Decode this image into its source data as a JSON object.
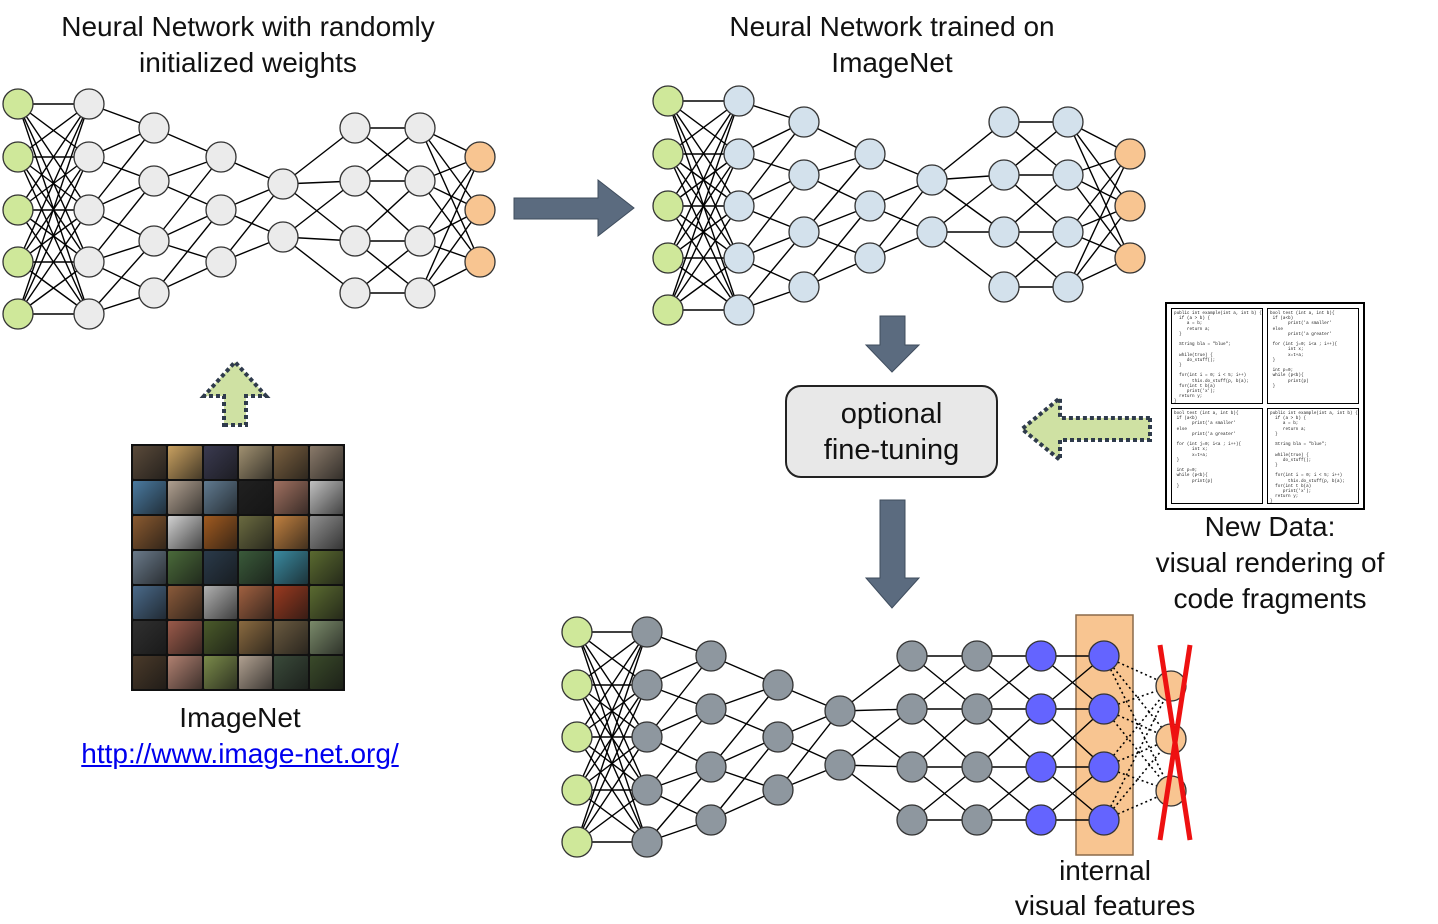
{
  "labels": {
    "random_net_title_line1": "Neural Network with randomly",
    "random_net_title_line2": "initialized weights",
    "trained_net_title_line1": "Neural Network trained on",
    "trained_net_title_line2": "ImageNet",
    "finetune_line1": "optional",
    "finetune_line2": "fine-tuning",
    "new_data_line1": "New Data:",
    "new_data_line2": "visual rendering of",
    "new_data_line3": "code fragments",
    "imagenet_name": "ImageNet",
    "imagenet_url": "http://www.image-net.org/",
    "internal_features_line1": "internal",
    "internal_features_line2": "visual features"
  },
  "colors": {
    "input_node": "#cfe89a",
    "random_hidden_node": "#ebebeb",
    "trained_hidden_node": "#d3e1ec",
    "finetuned_hidden_node": "#8e979f",
    "feature_node": "#6464ff",
    "output_node": "#f8c591",
    "feature_highlight": "#f8c591",
    "arrow_dark": "#5b6b7f",
    "arrow_light": "#cfe1a3",
    "arrow_dotted_border": "#2f3b4c",
    "cross": "#ee1111"
  },
  "code_snippets": [
    "public int example(int a, int b) {\n  if (a > b) {\n     a = b;\n     return a;\n  }\n\n  String bla = \"blue\";\n\n  while(true) {\n     do_stuff();\n  }\n\n  for(int i = 0; i < 5; i++)\n       this.do_stuff(p, b(a);\n  for(int t b(a)\n     print('x');\n  return y;\n}",
    "bool test (int a, int b){\n if (a<b)\n       print('a smaller'\n else\n       print('a greater'\n\n for (int j=0; i<a ; i++){\n       int x;\n       x=t+a;\n }\n\n int p=0;\n while (p<b){\n       print(p)\n }",
    "bool test (int a, int b){\n if (a<b)\n       print('a smaller'\n else\n       print('a greater'\n\n for (int j=0; i<a ; i++){\n       int x;\n       x=t+a;\n }\n\n int p=0;\n while (p<b){\n       print(p)\n }",
    "public int example(int a, int b) {\n  if (a > b) {\n     a = b;\n     return a;\n  }\n\n  String bla = \"blue\";\n\n  while(true) {\n     do_stuff();\n  }\n\n  for(int i = 0; i < 5; i++)\n       this.do_stuff(p, b(a);\n  for(int t b(a)\n     print('x');\n  return y;\n}"
  ]
}
